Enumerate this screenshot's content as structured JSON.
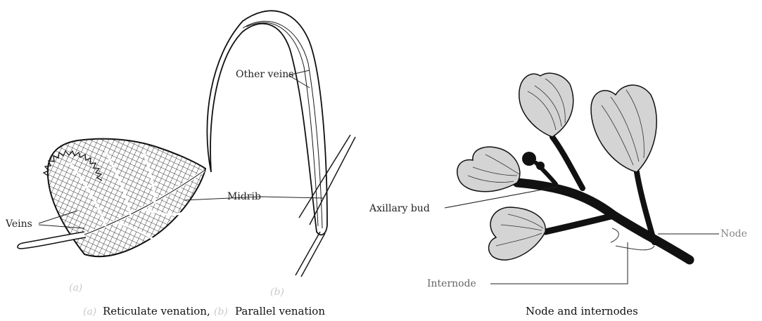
{
  "left_figure": {
    "labels": {
      "veins": "Veins",
      "midrib": "Midrib",
      "other_veins": "Other veins"
    },
    "sublabels": {
      "a": "(a)",
      "b": "(b)"
    },
    "caption": {
      "a_marker": "(a)",
      "a_text": "Reticulate venation,",
      "b_marker": "(b)",
      "b_text": "Parallel venation"
    }
  },
  "right_figure": {
    "labels": {
      "axillary_bud": "Axillary bud",
      "node": "Node",
      "internode": "Internode"
    },
    "caption": "Node and internodes"
  }
}
